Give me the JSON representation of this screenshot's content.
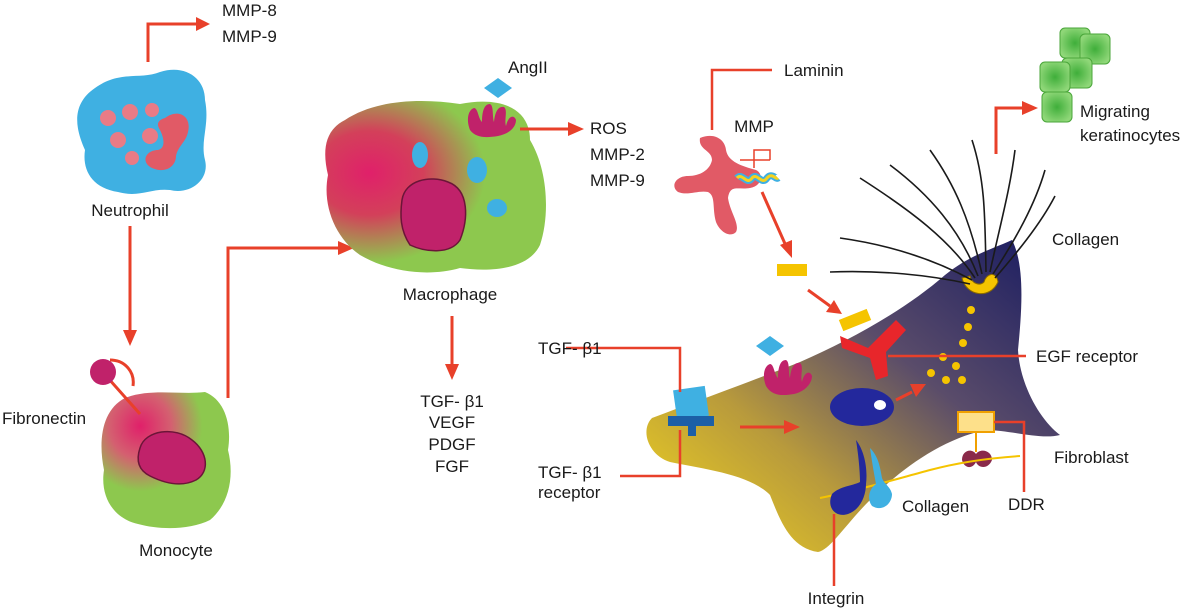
{
  "labels": {
    "mmp8": "MMP-8",
    "mmp9_top": "MMP-9",
    "neutrophil": "Neutrophil",
    "fibronectin": "Fibronectin",
    "monocyte": "Monocyte",
    "macrophage": "Macrophage",
    "angII": "AngII",
    "ros": "ROS",
    "mmp2": "MMP-2",
    "mmp9_mid": "MMP-9",
    "tgf_list": "TGF- β1",
    "vegf": "VEGF",
    "pdgf": "PDGF",
    "fgf": "FGF",
    "laminin": "Laminin",
    "mmp": "MMP",
    "migrating1": "Migrating",
    "migrating2": "keratinocytes",
    "collagen_top": "Collagen",
    "egf_receptor": "EGF receptor",
    "tgf_b1": "TGF- β1",
    "tgf_rec1": "TGF- β1",
    "tgf_rec2": "receptor",
    "fibroblast": "Fibroblast",
    "collagen_bottom": "Collagen",
    "ddr": "DDR",
    "integrin": "Integrin"
  },
  "colors": {
    "arrow": "#e8402a",
    "neutrophil": "#3fb0e2",
    "macrophage_green": "#8dc84e",
    "nucleus": "#c0226a",
    "fibroblast_dark": "#2a2a6e",
    "fibroblast_light": "#f4d21f",
    "keratinocyte": "#62c24e",
    "receptor_red": "#e8262b"
  }
}
